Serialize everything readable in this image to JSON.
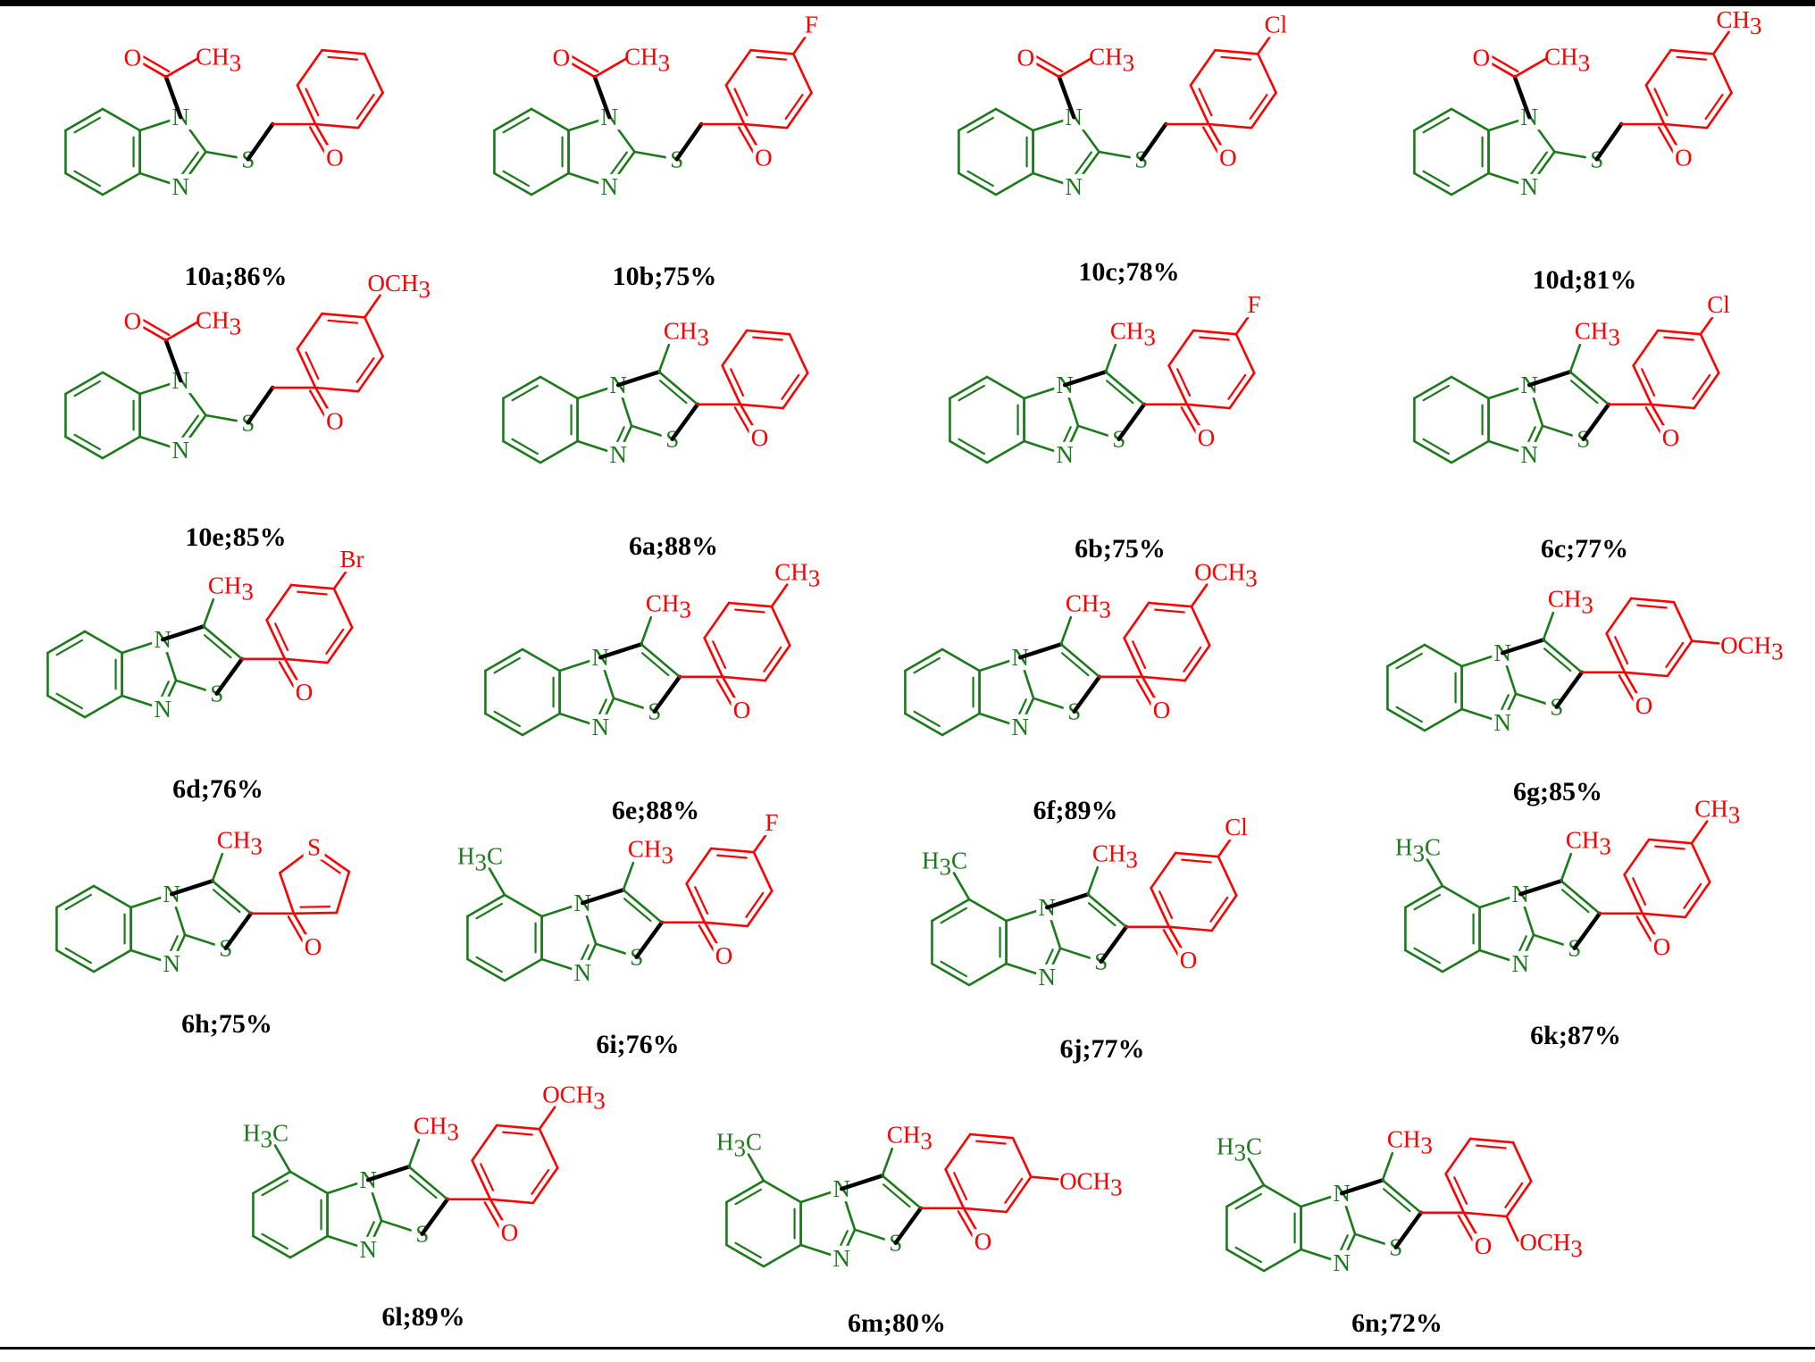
{
  "colors": {
    "core": "#1a7a1a",
    "substituent": "#ff0000",
    "bond_highlight": "#000000",
    "caption": "#000000"
  },
  "compounds": [
    {
      "id": "10a",
      "caption": "10a;86%",
      "scaffold": "acyl-benzimidazole",
      "core_methyl": false,
      "sub_pos": "none",
      "sub_text": "",
      "ring": "phenyl"
    },
    {
      "id": "10b",
      "caption": "10b;75%",
      "scaffold": "acyl-benzimidazole",
      "core_methyl": false,
      "sub_pos": "para",
      "sub_text": "F",
      "ring": "phenyl"
    },
    {
      "id": "10c",
      "caption": "10c;78%",
      "scaffold": "acyl-benzimidazole",
      "core_methyl": false,
      "sub_pos": "para",
      "sub_text": "Cl",
      "ring": "phenyl"
    },
    {
      "id": "10d",
      "caption": "10d;81%",
      "scaffold": "acyl-benzimidazole",
      "core_methyl": false,
      "sub_pos": "para",
      "sub_text": "CH3",
      "ring": "phenyl"
    },
    {
      "id": "10e",
      "caption": "10e;85%",
      "scaffold": "acyl-benzimidazole",
      "core_methyl": false,
      "sub_pos": "para",
      "sub_text": "OCH3",
      "ring": "phenyl"
    },
    {
      "id": "6a",
      "caption": "6a;88%",
      "scaffold": "thiazolo-benzimidazole",
      "core_methyl": false,
      "sub_pos": "none",
      "sub_text": "",
      "ring": "phenyl"
    },
    {
      "id": "6b",
      "caption": "6b;75%",
      "scaffold": "thiazolo-benzimidazole",
      "core_methyl": false,
      "sub_pos": "para",
      "sub_text": "F",
      "ring": "phenyl"
    },
    {
      "id": "6c",
      "caption": "6c;77%",
      "scaffold": "thiazolo-benzimidazole",
      "core_methyl": false,
      "sub_pos": "para",
      "sub_text": "Cl",
      "ring": "phenyl"
    },
    {
      "id": "6d",
      "caption": "6d;76%",
      "scaffold": "thiazolo-benzimidazole",
      "core_methyl": false,
      "sub_pos": "para",
      "sub_text": "Br",
      "ring": "phenyl"
    },
    {
      "id": "6e",
      "caption": "6e;88%",
      "scaffold": "thiazolo-benzimidazole",
      "core_methyl": false,
      "sub_pos": "para",
      "sub_text": "CH3",
      "ring": "phenyl"
    },
    {
      "id": "6f",
      "caption": "6f;89%",
      "scaffold": "thiazolo-benzimidazole",
      "core_methyl": false,
      "sub_pos": "para",
      "sub_text": "OCH3",
      "ring": "phenyl"
    },
    {
      "id": "6g",
      "caption": "6g;85%",
      "scaffold": "thiazolo-benzimidazole",
      "core_methyl": false,
      "sub_pos": "meta",
      "sub_text": "OCH3",
      "ring": "phenyl"
    },
    {
      "id": "6h",
      "caption": "6h;75%",
      "scaffold": "thiazolo-benzimidazole",
      "core_methyl": false,
      "sub_pos": "none",
      "sub_text": "",
      "ring": "thiophene"
    },
    {
      "id": "6i",
      "caption": "6i;76%",
      "scaffold": "thiazolo-benzimidazole",
      "core_methyl": true,
      "sub_pos": "para",
      "sub_text": "F",
      "ring": "phenyl"
    },
    {
      "id": "6j",
      "caption": "6j;77%",
      "scaffold": "thiazolo-benzimidazole",
      "core_methyl": true,
      "sub_pos": "para",
      "sub_text": "Cl",
      "ring": "phenyl"
    },
    {
      "id": "6k",
      "caption": "6k;87%",
      "scaffold": "thiazolo-benzimidazole",
      "core_methyl": true,
      "sub_pos": "para",
      "sub_text": "CH3",
      "ring": "phenyl"
    },
    {
      "id": "6l",
      "caption": "6l;89%",
      "scaffold": "thiazolo-benzimidazole",
      "core_methyl": true,
      "sub_pos": "para",
      "sub_text": "OCH3",
      "ring": "phenyl"
    },
    {
      "id": "6m",
      "caption": "6m;80%",
      "scaffold": "thiazolo-benzimidazole",
      "core_methyl": true,
      "sub_pos": "meta",
      "sub_text": "OCH3",
      "ring": "phenyl"
    },
    {
      "id": "6n",
      "caption": "6n;72%",
      "scaffold": "thiazolo-benzimidazole",
      "core_methyl": true,
      "sub_pos": "ortho",
      "sub_text": "OCH3",
      "ring": "phenyl"
    }
  ]
}
